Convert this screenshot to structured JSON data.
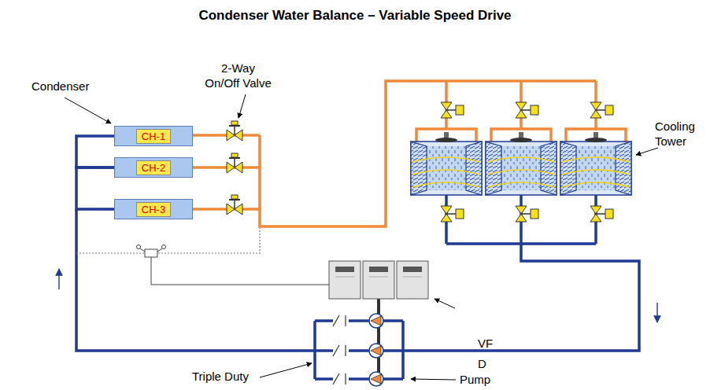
{
  "diagram": {
    "title": "Condenser Water Balance – Variable Speed Drive",
    "nodes": [
      {
        "text": [
          "CH-1"
        ]
      },
      {
        "text": [
          "CH-2"
        ]
      },
      {
        "text": [
          "CH-3"
        ]
      }
    ],
    "edges": [
      {
        "from": 0,
        "to": 1,
        "arrow": "none"
      },
      {
        "from": 1,
        "to": 2,
        "arrow": "none"
      }
    ],
    "labels": [
      "Condenser",
      "2-Way On/Off Valve",
      "Cooling Tower",
      "VF D",
      "Triple Duty",
      "Pump"
    ]
  }
}
